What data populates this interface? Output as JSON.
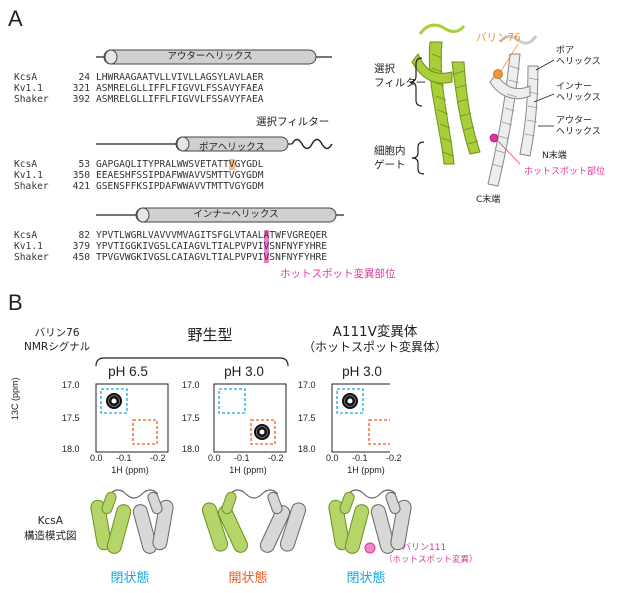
{
  "panel_a": {
    "label": "A",
    "blocks": [
      {
        "helix_label": "アウターヘリックス",
        "rows": [
          {
            "name": "KcsA",
            "num": "24",
            "seq": "LHWRAAGAATVLLVIVLLAGSYLAVLAER"
          },
          {
            "name": "Kv1.1",
            "num": "321",
            "seq": "ASMRELGLLIFFLFIGVVLFSSAVYFAEA"
          },
          {
            "name": "Shaker",
            "num": "392",
            "seq": "ASMRELGLLIFFLFIGVVLFSSAVYFAEA"
          }
        ]
      },
      {
        "helix_label": "ポアヘリックス",
        "filter_label": "選択フィルター",
        "rows": [
          {
            "name": "KcsA",
            "num": "53",
            "seq_pre": "GAPGAQLITYPRALWWSVETATT",
            "seq_hl": "V",
            "seq_post": "GYGDL"
          },
          {
            "name": "Kv1.1",
            "num": "350",
            "seq": "EEAESHFSSIPDAFWWAVVSMTTVGYGDM"
          },
          {
            "name": "Shaker",
            "num": "421",
            "seq": "GSENSFFKSIPDAFWWAVVTMTTVGYGDM"
          }
        ]
      },
      {
        "helix_label": "インナーヘリックス",
        "hotspot_label": "ホットスポット変異部位",
        "rows": [
          {
            "name": "KcsA",
            "num": "82",
            "seq_pre": "YPVTLWGRLVAVVVMVAGITSFGLVTAAL",
            "seq_hl": "A",
            "seq_post": "TWFVGREQER"
          },
          {
            "name": "Kv1.1",
            "num": "379",
            "seq_pre": "YPVTIGGKIVGSLCAIAGVLTIALPVPVI",
            "seq_hl": "V",
            "seq_post": "SNFNYFYHRE"
          },
          {
            "name": "Shaker",
            "num": "450",
            "seq_pre": "TPVGVWGKIVGSLCAIAGVLTIALPVPVI",
            "seq_hl": "V",
            "seq_post": "SNFNYFYHRE"
          }
        ]
      }
    ],
    "structure": {
      "valine76": "バリン76",
      "selectivity_filter": "選択\nフィルター",
      "gate": "細胞内\nゲート",
      "pore_helix": "ポア\nヘリックス",
      "inner_helix": "インナー\nヘリックス",
      "outer_helix": "アウター\nヘリックス",
      "n_term": "N末端",
      "c_term": "C末端",
      "hotspot": "ホットスポット部位"
    }
  },
  "panel_b": {
    "label": "B",
    "signal_label": "バリン76\nNMRシグナル",
    "wild_type": "野生型",
    "mutant": "A111V変異体",
    "mutant_sub": "（ホットスポット変異体）",
    "conditions": [
      "pH 6.5",
      "pH 3.0",
      "pH 3.0"
    ],
    "y_label": "13C (ppm)",
    "x_label": "1H (ppm)",
    "y_ticks": [
      "17.0",
      "17.5",
      "18.0"
    ],
    "x_ticks": [
      "0.0",
      "-0.1",
      "-0.2"
    ],
    "model_label": "KcsA\n構造模式図",
    "states": [
      "閉状態",
      "開状態",
      "閉状態"
    ],
    "valine111": "バリン111",
    "valine111_sub": "（ホットスポット変異）",
    "colors": {
      "blue": "#1aa6e0",
      "red": "#f05a24",
      "green": "#b5d46a",
      "gray": "#cfcfcf",
      "pink": "#e0349e",
      "orange": "#f0953a"
    }
  }
}
